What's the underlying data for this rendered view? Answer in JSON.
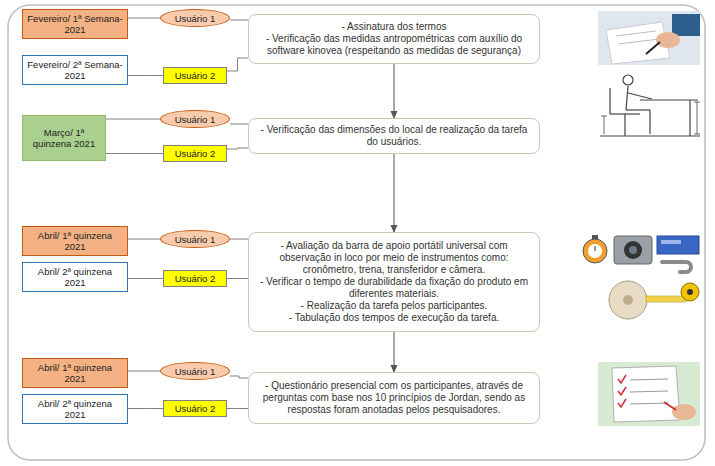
{
  "diagram": {
    "nodes": [
      {
        "text": [
          "Fevereiro/ 1ª Semana- 2021"
        ]
      },
      {
        "text": [
          "Usuário 1"
        ]
      },
      {
        "text": [
          "Fevereiro/ 2ª Semana- 2021"
        ]
      },
      {
        "text": [
          "Usuário 2"
        ]
      },
      {
        "text": [
          "- Assinatura dos termos",
          "- Verificação das medidas antropométricas com auxílio do software kinovea (respeitando as medidas de segurança)"
        ]
      },
      {
        "text": [
          "Março/ 1ª quinzena 2021"
        ]
      },
      {
        "text": [
          "Usuário 1"
        ]
      },
      {
        "text": [
          "Usuário 2"
        ]
      },
      {
        "text": [
          "- Verificação das dimensões do local de realização da tarefa do usuários."
        ]
      },
      {
        "text": [
          "Abril/ 1ª quinzena 2021"
        ]
      },
      {
        "text": [
          "Usuário 1"
        ]
      },
      {
        "text": [
          "Abril/ 2ª quinzena 2021"
        ]
      },
      {
        "text": [
          "Usuário 2"
        ]
      },
      {
        "text": [
          "- Avaliação da barra de apoio portátil universal com observação in loco por meio de instrumentos como: cronômetro, trena, transferidor e câmera.",
          "- Verificar o tempo de durabilidade da fixação do produto em diferentes materiais.",
          "- Realização da tarefa pelos participantes.",
          "- Tabulação dos tempos de execução da tarefa."
        ]
      },
      {
        "text": [
          "Abril/ 1ª quinzena 2021"
        ]
      },
      {
        "text": [
          "Usuário 1"
        ]
      },
      {
        "text": [
          "Abril/ 2ª quinzena 2021"
        ]
      },
      {
        "text": [
          "Usuário 2"
        ]
      },
      {
        "text": [
          "- Questionário presencial com os participantes, através de perguntas com base nos 10 princípios de Jordan, sendo as respostas foram anotadas pelos pesquisadores."
        ]
      }
    ],
    "edges": [
      {
        "from": 0,
        "to": 1,
        "arrow": "none"
      },
      {
        "from": 1,
        "to": 4,
        "arrow": "none"
      },
      {
        "from": 2,
        "to": 3,
        "arrow": "none"
      },
      {
        "from": 3,
        "to": 4,
        "arrow": "none"
      },
      {
        "from": 5,
        "to": 6,
        "arrow": "none"
      },
      {
        "from": 6,
        "to": 8,
        "arrow": "none"
      },
      {
        "from": 5,
        "to": 7,
        "arrow": "none"
      },
      {
        "from": 7,
        "to": 8,
        "arrow": "none"
      },
      {
        "from": 9,
        "to": 10,
        "arrow": "none"
      },
      {
        "from": 10,
        "to": 13,
        "arrow": "none"
      },
      {
        "from": 11,
        "to": 12,
        "arrow": "none"
      },
      {
        "from": 12,
        "to": 13,
        "arrow": "none"
      },
      {
        "from": 14,
        "to": 15,
        "arrow": "none"
      },
      {
        "from": 15,
        "to": 18,
        "arrow": "none"
      },
      {
        "from": 16,
        "to": 17,
        "arrow": "none"
      },
      {
        "from": 17,
        "to": 18,
        "arrow": "none"
      },
      {
        "from": 4,
        "to": 8,
        "arrow": "to"
      },
      {
        "from": 8,
        "to": 13,
        "arrow": "to"
      },
      {
        "from": 13,
        "to": 18,
        "arrow": "to"
      }
    ]
  }
}
